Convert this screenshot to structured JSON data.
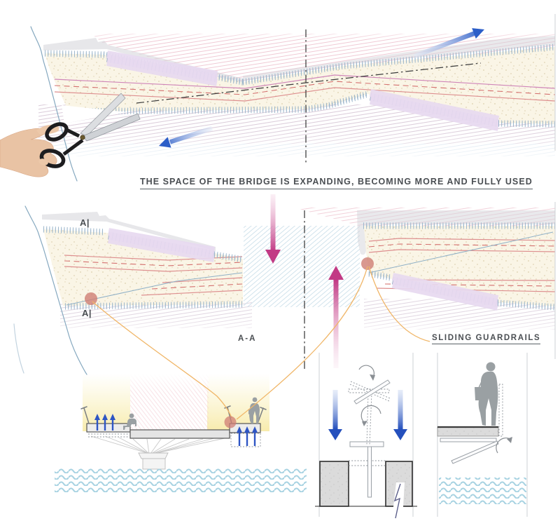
{
  "page": {
    "background": "#ffffff"
  },
  "heading": {
    "text": "THE SPACE OF THE BRIDGE IS EXPANDING, BECOMING MORE AND FULLY USED"
  },
  "plan": {
    "marker_top": "A|",
    "marker_bottom": "A|"
  },
  "details": {
    "section_label": "A-A",
    "guardrails_label": "SLIDING GUARDRAILS"
  },
  "colors": {
    "arrow_blue": "#2c5ec8",
    "arrow_magenta": "#c23a85",
    "water_blue": "#a8d3e2",
    "sand_fill": "#faf5e6",
    "road_pink": "#cf85b8",
    "road_salmon": "#dd8e8e",
    "road_dashed_red": "#d4706e",
    "edge_blue": "#6f93b2",
    "hatch_pink": "#eab6c4",
    "hatch_blue": "#bcd2e4",
    "highlight_red": "#cf7e74",
    "leader_orange": "#f0b668",
    "silhouette_gray": "#9aa0a3",
    "concrete_gray": "#d9d9d9",
    "text_gray": "#4a4e52",
    "glow_yellow": "#f7ea96"
  }
}
